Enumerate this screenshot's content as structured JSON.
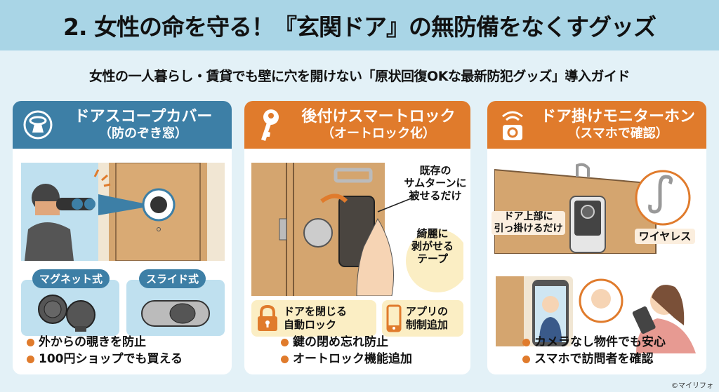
{
  "header": {
    "title": "2. 女性の命を守る！『玄関ドア』の無防備をなくすグッズ",
    "subtitle": "女性の一人暮らし・賃貸でも壁に穴を開けない「原状回復OKな最新防犯グッズ」導入ガイド"
  },
  "colors": {
    "blue_header": "#3d7fa6",
    "orange_header": "#e07b2c",
    "bullet": "#e07b2c",
    "top_band": "#a9d5e6",
    "background": "#e3f1f7"
  },
  "cards": [
    {
      "icon": "peephole-cover-icon",
      "title": "ドアスコープカバー",
      "subtitle": "（防のぞき窓）",
      "tags": [
        "マグネット式",
        "スライド式"
      ],
      "bullets": [
        "外からの覗きを防止",
        "100円ショップでも買える"
      ]
    },
    {
      "icon": "key-icon",
      "title": "後付けスマートロック",
      "subtitle": "（オートロック化）",
      "callouts": [
        "既存の\nサムターンに\n被せるだけ",
        "綺麗に\n剥がせる\nテープ"
      ],
      "features": [
        {
          "icon": "padlock-icon",
          "text": "ドアを閉じる\n自動ロック"
        },
        {
          "icon": "smartphone-icon",
          "text": "アプリの\n制制追加"
        }
      ],
      "bullets": [
        "鍵の閉め忘れ防止",
        "オートロック機能追加"
      ]
    },
    {
      "icon": "wifi-camera-icon",
      "title": "ドア掛けモニターホン",
      "subtitle": "（スマホで確認）",
      "callouts": [
        "ドア上部に\n引っ掛けるだけ",
        "ワイヤレス"
      ],
      "bullets": [
        "カメラなし物件でも安心",
        "スマホで訪問者を確認"
      ]
    }
  ],
  "footer": {
    "credit": "©マイリフォ"
  }
}
